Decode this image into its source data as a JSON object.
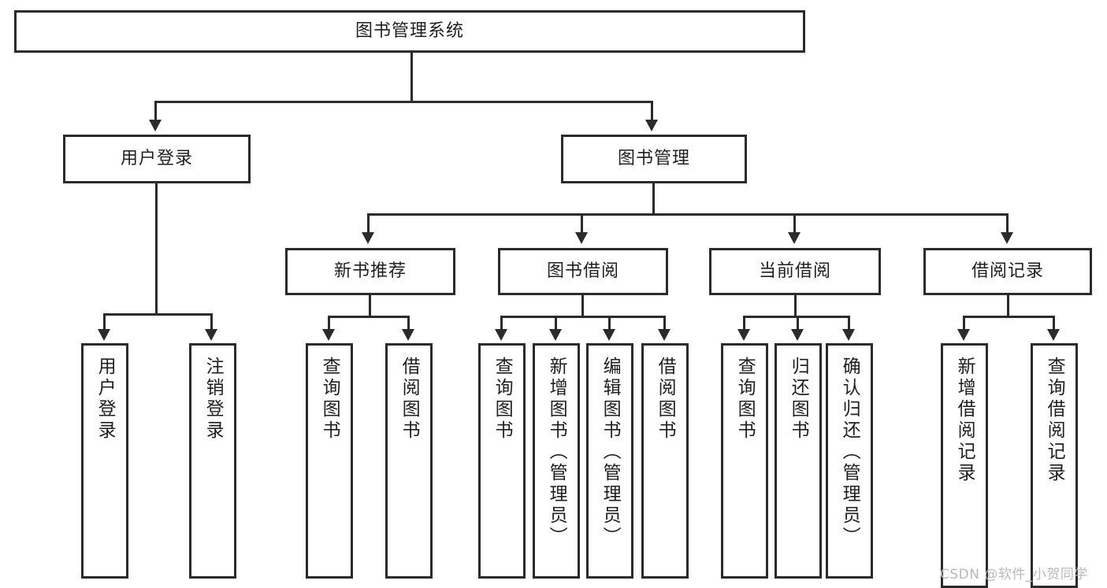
{
  "diagram": {
    "title": "图书管理系统",
    "type": "tree",
    "watermark": "CSDN @软件_小贺同学",
    "colors": {
      "stroke": "#2b2b2b",
      "fill": "#ffffff",
      "text": "#1f1f1f",
      "watermark": "#b9b9b9"
    },
    "root": {
      "label": "图书管理系统"
    },
    "level2": [
      {
        "label": "用户登录"
      },
      {
        "label": "图书管理"
      }
    ],
    "level3": [
      {
        "label": "新书推荐"
      },
      {
        "label": "图书借阅"
      },
      {
        "label": "当前借阅"
      },
      {
        "label": "借阅记录"
      }
    ],
    "leaves": {
      "user_login": [
        {
          "label": "用户登录"
        },
        {
          "label": "注销登录"
        }
      ],
      "new_book_recommend": [
        {
          "label": "查询图书"
        },
        {
          "label": "借阅图书"
        }
      ],
      "book_borrow": [
        {
          "label": "查询图书"
        },
        {
          "label": "新增图书（管理员）"
        },
        {
          "label": "编辑图书（管理员）"
        },
        {
          "label": "借阅图书"
        }
      ],
      "current_borrow": [
        {
          "label": "查询图书"
        },
        {
          "label": "归还图书"
        },
        {
          "label": "确认归还（管理员）"
        }
      ],
      "borrow_record": [
        {
          "label": "新增借阅记录"
        },
        {
          "label": "查询借阅记录"
        }
      ]
    }
  }
}
